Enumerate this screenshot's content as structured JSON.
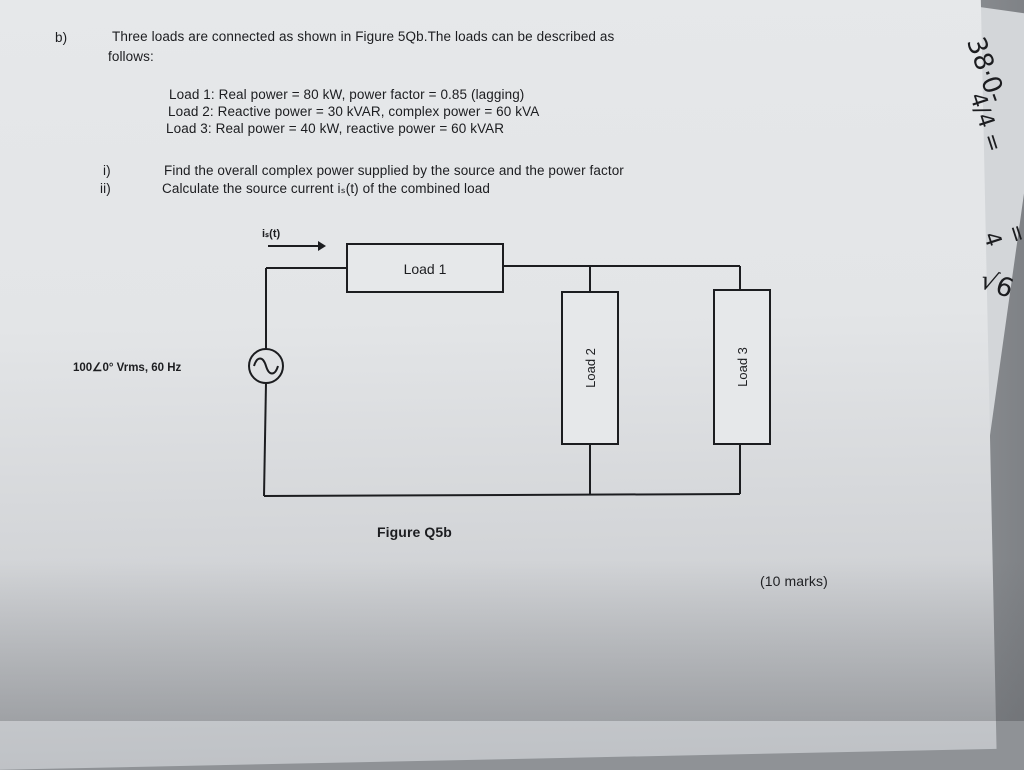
{
  "question": {
    "label": "b)",
    "intro_line1": "Three loads are connected as shown in Figure 5Qb.The loads can be described as",
    "intro_line2": "follows:",
    "load1": "Load 1: Real power = 80 kW, power factor = 0.85 (lagging)",
    "load2": "Load 2: Reactive power = 30 kVAR, complex power = 60 kVA",
    "load3": "Load 3: Real power = 40 kW, reactive power = 60 kVAR",
    "parts": [
      {
        "number": "i)",
        "text": "Find the overall complex power supplied by the source and the power factor"
      },
      {
        "number": "ii)",
        "text": "Calculate the source current iₛ(t) of the combined load"
      }
    ]
  },
  "figure": {
    "current_label": "iₛ(t)",
    "source_label": "100∠0° Vrms, 60 Hz",
    "load1_label": "Load 1",
    "load2_label": "Load 2",
    "load3_label": "Load 3",
    "caption": "Figure Q5b"
  },
  "marks": "(10 marks)",
  "edge_marks": {
    "top": "38·0-",
    "mid": "4/4 =",
    "low": "= 4",
    "bottom": "√6"
  }
}
